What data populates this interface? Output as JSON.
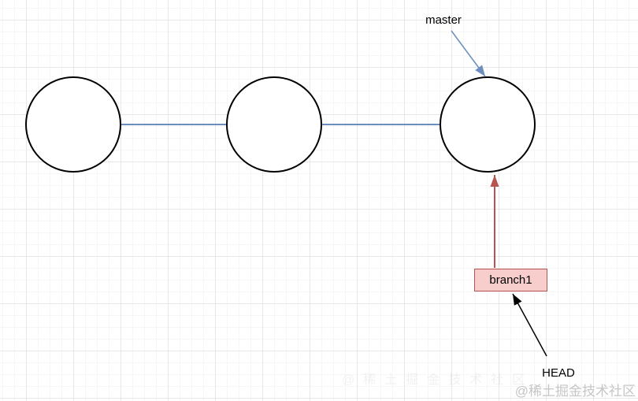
{
  "diagram": {
    "type": "git-commit-diagram",
    "labels": {
      "master": "master",
      "branch1": "branch1",
      "head": "HEAD"
    },
    "nodes": [
      {
        "id": "commit-1",
        "shape": "circle"
      },
      {
        "id": "commit-2",
        "shape": "circle"
      },
      {
        "id": "commit-3",
        "shape": "circle"
      }
    ],
    "edges": [
      {
        "from": "commit-1",
        "to": "commit-2",
        "style": "plain-line"
      },
      {
        "from": "commit-2",
        "to": "commit-3",
        "style": "plain-line"
      },
      {
        "from": "master-label",
        "to": "commit-3",
        "style": "arrow"
      },
      {
        "from": "branch1-box",
        "to": "commit-3",
        "style": "arrow"
      },
      {
        "from": "head-label",
        "to": "branch1-box",
        "style": "arrow"
      }
    ]
  },
  "colors": {
    "connector_blue": "#6c8ebf",
    "arrow_red": "#b85450",
    "arrow_black": "#000000",
    "node_fill": "#ffffff",
    "node_stroke": "#000000",
    "branch_box_fill": "#f8cecc",
    "branch_box_border": "#b85450",
    "watermark_gray": "#c6c6c6"
  },
  "watermark": "@稀土掘金技术社区"
}
